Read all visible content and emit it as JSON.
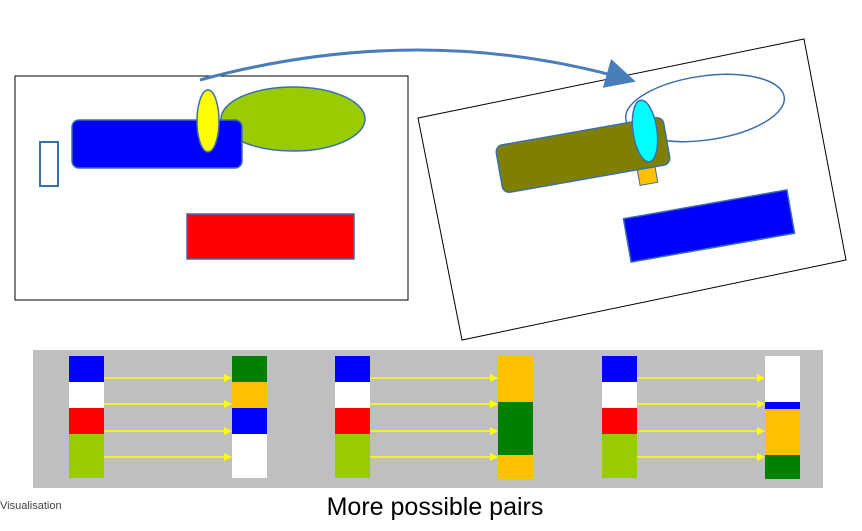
{
  "footer": {
    "left_text": "Visualisation"
  },
  "caption": "More possible pairs",
  "colors": {
    "blue": "#0000ff",
    "red": "#ff0000",
    "lime_green": "#99cc00",
    "yellow": "#ffff00",
    "cyan": "#00ffff",
    "olive": "#808000",
    "gold": "#ffc000",
    "dark_green": "#008000",
    "gray_band": "#bfbfbf",
    "arrow_blue": "#4a7ebb",
    "pair_arrow": "#ffff00",
    "outline_blue": "#3a6eaf",
    "white": "#ffffff"
  },
  "pair_groups": [
    {
      "left_stack": [
        "blue",
        "white",
        "red",
        "lime_green"
      ],
      "right_stack": [
        "dark_green",
        "gold",
        "blue",
        "white"
      ],
      "links": 4
    },
    {
      "left_stack": [
        "blue",
        "white",
        "red",
        "lime_green"
      ],
      "right_stack": [
        "gold",
        "dark_green",
        "gold"
      ],
      "links": 4
    },
    {
      "left_stack": [
        "blue",
        "white",
        "red",
        "lime_green"
      ],
      "right_stack": [
        "white",
        "blue",
        "gold",
        "dark_green"
      ],
      "links": 4
    }
  ]
}
